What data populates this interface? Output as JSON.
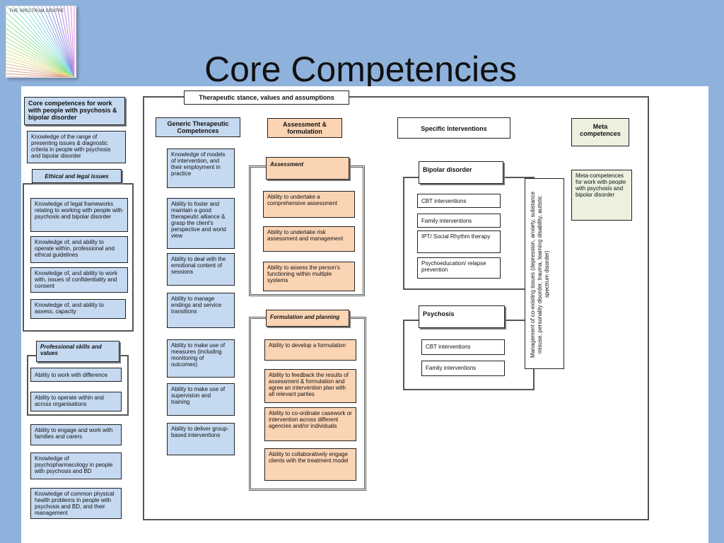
{
  "logo": {
    "text": "THE SPECTRUM CENTRE"
  },
  "slide": {
    "title": "Core Competencies"
  },
  "colors": {
    "background": "#8fb2dc",
    "blue_box": "#c5d9f1",
    "orange_box": "#fbd4b4",
    "green_box": "#ebf1de"
  },
  "left": {
    "header": "Core competences for work with people with psychosis & bipolar disorder",
    "knowledge_range": "Knowledge of the range of presenting issues & diagnostic criteria in people with psychosis and bipolar disorder",
    "ethical_title": "Ethical and legal issues",
    "ethical_items": [
      "Knowledge of legal frameworks relating to working with people with  psychosis and bipolar disorder",
      "Knowledge of, and ability to operate within, professional and ethical guidelines",
      "Knowledge of, and ability to work with, issues of confidentiality and consent",
      "Knowledge of, and ability to assess, capacity"
    ],
    "professional_title": "Professional skills and values",
    "professional_items": [
      "Ability to work with difference",
      "Ability to operate within and across organisations"
    ],
    "other_items": [
      "Ability to engage and  work with families and carers",
      "Knowledge of psychopharmacology in people with psychosis and BD",
      "Knowledge of common physical health problems in people with psychosis and BD, and their management"
    ]
  },
  "main": {
    "stance_title": "Therapeutic stance, values and assumptions",
    "generic_header": "Generic Therapeutic Competences",
    "generic_items": [
      "Knowledge of models of intervention, and their employment in practice",
      "Ability to foster and maintain a good therapeutic alliance & grasp the  client's perspective and world view",
      "Ability to deal with the emotional content of sessions",
      "Ability to manage endings and service transitions",
      "Ability to make use of measures (including monitoring of outcomes)",
      " Ability to make use of supervision and training",
      " Ability to deliver group-based interventions"
    ],
    "assessment_header": "Assessment & formulation",
    "assessment_title": "Assessment",
    "assessment_items": [
      "Ability to undertake a comprehensive assessment",
      "Ability to undertake risk assessment and management",
      "Ability to assess the person's functioning within multiple systems"
    ],
    "formulation_title": "Formulation and planning",
    "formulation_items": [
      "Ability to develop a formulation",
      "Ability to feedback the results of assessment & formulation and agree an intervention plan with all relevant parties",
      "Ability to co-ordinate casework or intervention across different agencies and/or individuals",
      "Ability to collaboratively engage clients with the treatment model"
    ],
    "specific_header": "Specific Interventions",
    "bipolar_title": "Bipolar disorder",
    "bipolar_items": [
      "CBT interventions",
      "Family interventions",
      "IPT/ Social Rhythm therapy",
      "Psychoeducation/ relapse prevention"
    ],
    "psychosis_title": "Psychosis",
    "psychosis_items": [
      "CBT interventions",
      "Family interventions"
    ],
    "coexisting": "Management of co-existing issues (depression, anxiety, substance misuse, personality disorder, trauma, learning disability, autistic spectrum disorder)",
    "meta_header": "Meta competences",
    "meta_text": "Meta-competences for work with people with psychosis and bipolar disorder"
  }
}
